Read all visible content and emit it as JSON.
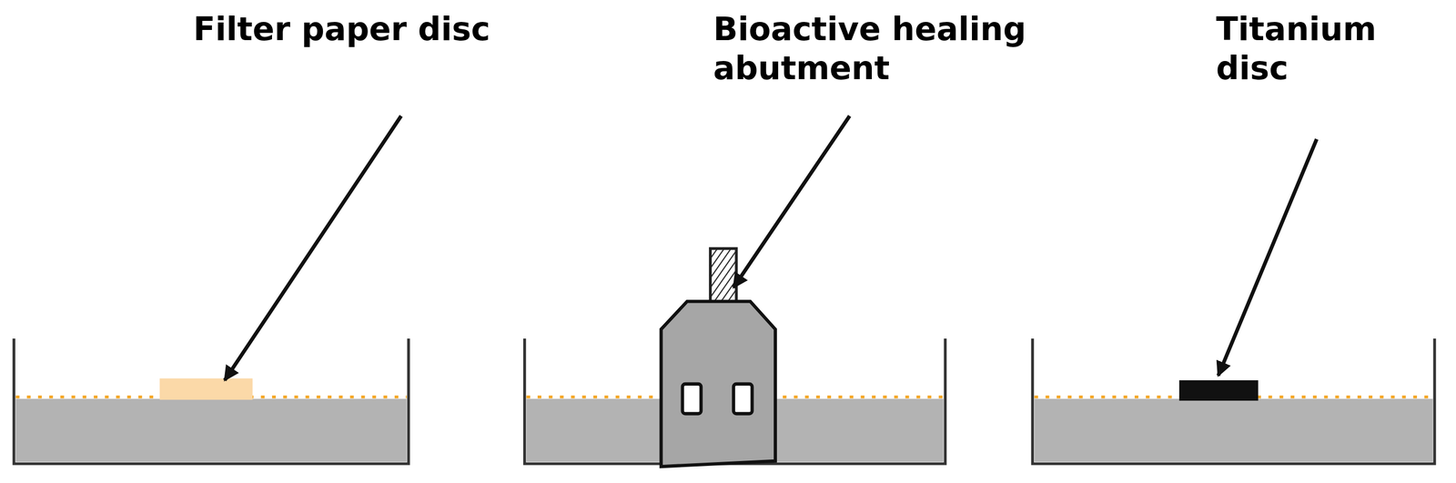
{
  "diagram": {
    "labels": [
      "Filter paper disc",
      "Bioactive healing abutment",
      "Titanium disc"
    ]
  }
}
